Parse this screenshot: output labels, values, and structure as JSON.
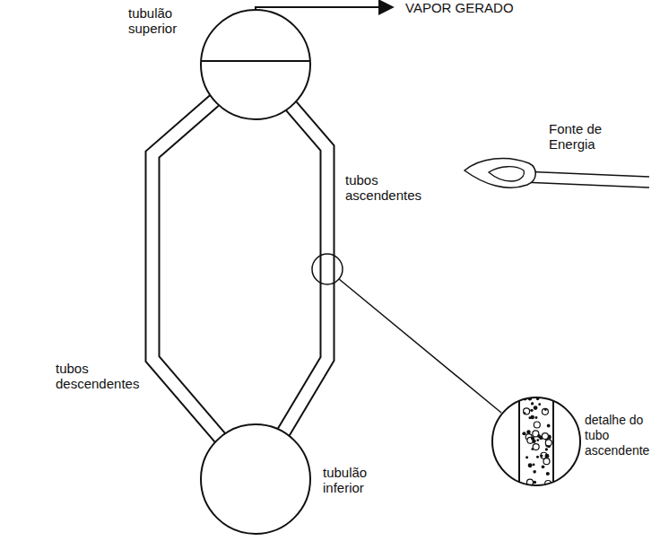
{
  "diagram": {
    "nodes": [
      {
        "text": [
          "tubulão superior"
        ]
      },
      {
        "text": [
          "tubulão inferior"
        ]
      },
      {
        "text": [
          "detalhe do tubo ascendente"
        ]
      }
    ],
    "edges": [
      {
        "from": 0,
        "to": 1,
        "arrow": "none",
        "label": "tubos descendentes"
      },
      {
        "from": 1,
        "to": 0,
        "arrow": "none",
        "label": "tubos ascendentes"
      }
    ],
    "labels": [
      "VAPOR GERADO",
      "Fonte de Energia"
    ]
  }
}
